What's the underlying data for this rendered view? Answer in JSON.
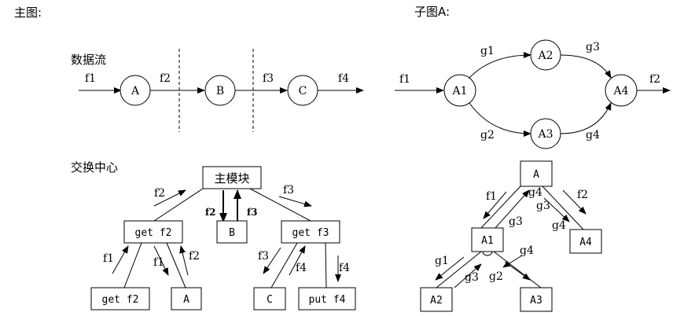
{
  "main_title": "主图:",
  "sub_title": "子图A:",
  "data_flow": {
    "heading": "数据流",
    "nodes": [
      "A",
      "B",
      "C"
    ],
    "labels": [
      "f1",
      "f2",
      "f3",
      "f4"
    ]
  },
  "exchange": {
    "heading": "交换中心",
    "main_module": "主模块",
    "get_f2": "get f2",
    "b": "B",
    "get_f3": "get f3",
    "get_f2_leaf": "get f2",
    "a_leaf": "A",
    "c_leaf": "C",
    "put_f4": "put f4",
    "labels": {
      "f2_top": "f2",
      "f2_down": "f2",
      "f3_up": "f3",
      "f3_top": "f3",
      "f1_left": "f1",
      "f1_mid": "f1",
      "f2_mid": "f2",
      "f3_left": "f3",
      "f4_mid": "f4",
      "f4_right": "f4"
    }
  },
  "sub_flow": {
    "nodes": [
      "A1",
      "A2",
      "A3",
      "A4"
    ],
    "labels": {
      "f1": "f1",
      "g1": "g1",
      "g2": "g2",
      "g3": "g3",
      "g4": "g4",
      "f2": "f2"
    }
  },
  "sub_tree": {
    "root": "A",
    "a1": "A1",
    "a4": "A4",
    "a2": "A2",
    "a3": "A3",
    "labels": {
      "f1": "f1",
      "g4_top": "g4",
      "f2": "f2",
      "g3_right": "g3",
      "g4_right": "g4",
      "g3_mid": "g3",
      "g4_low": "g4",
      "g1": "g1",
      "g3_low": "g3",
      "g2": "g2"
    }
  }
}
